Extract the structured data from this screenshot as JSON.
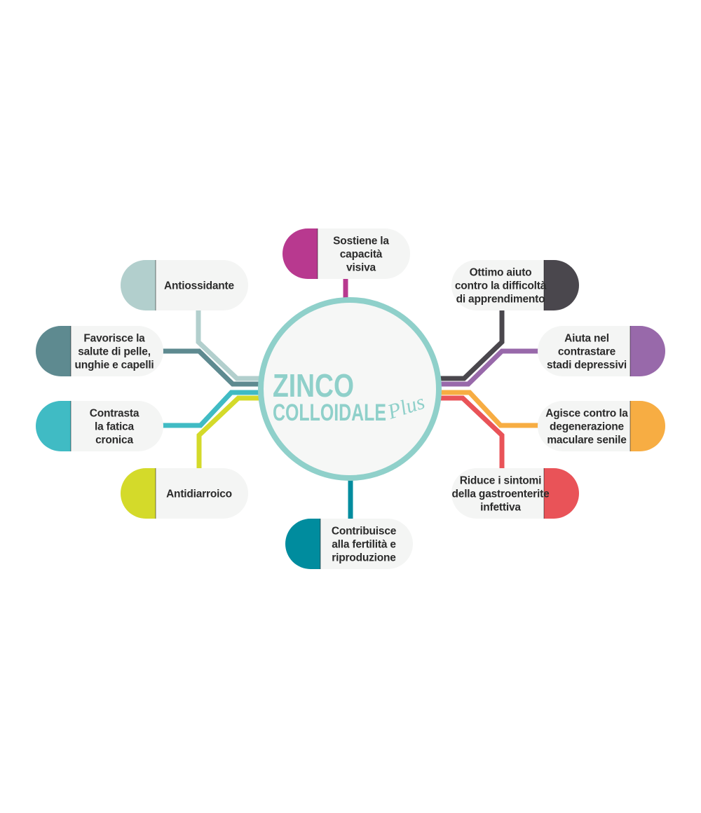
{
  "center": {
    "title_line1": "ZINCO",
    "title_line2": "COLLOIDALE",
    "title_suffix": "Plus",
    "color": "#8fd0ca"
  },
  "items": [
    {
      "id": "sostiene",
      "lines": [
        "Sostiene la",
        "capacità",
        "visiva"
      ],
      "color": "#b8398f",
      "side": "left"
    },
    {
      "id": "antiossidante",
      "lines": [
        "Antiossidante"
      ],
      "color": "#b2cfcd",
      "side": "left"
    },
    {
      "id": "favorisce",
      "lines": [
        "Favorisce la",
        "salute di pelle,",
        "unghie e capelli"
      ],
      "color": "#5e8a90",
      "side": "left"
    },
    {
      "id": "contrasta",
      "lines": [
        "Contrasta",
        "la fatica",
        "cronica"
      ],
      "color": "#40bbc4",
      "side": "left"
    },
    {
      "id": "antidiarroico",
      "lines": [
        "Antidiarroico"
      ],
      "color": "#d4da2a",
      "side": "left"
    },
    {
      "id": "contribuisce",
      "lines": [
        "Contribuisce",
        "alla fertilità e",
        "riproduzione"
      ],
      "color": "#008c9e",
      "side": "left"
    },
    {
      "id": "ottimo",
      "lines": [
        "Ottimo aiuto",
        "contro la difficoltà",
        "di apprendimento"
      ],
      "color": "#4a474d",
      "side": "right"
    },
    {
      "id": "aiuta",
      "lines": [
        "Aiuta nel",
        "contrastare",
        "stadi depressivi"
      ],
      "color": "#9869aa",
      "side": "right"
    },
    {
      "id": "agisce",
      "lines": [
        "Agisce  contro la",
        "degenerazione",
        "maculare senile"
      ],
      "color": "#f7ad43",
      "side": "right"
    },
    {
      "id": "riduce",
      "lines": [
        "Riduce i sintomi",
        "della gastroenterite",
        "infettiva"
      ],
      "color": "#e95358",
      "side": "right"
    }
  ]
}
